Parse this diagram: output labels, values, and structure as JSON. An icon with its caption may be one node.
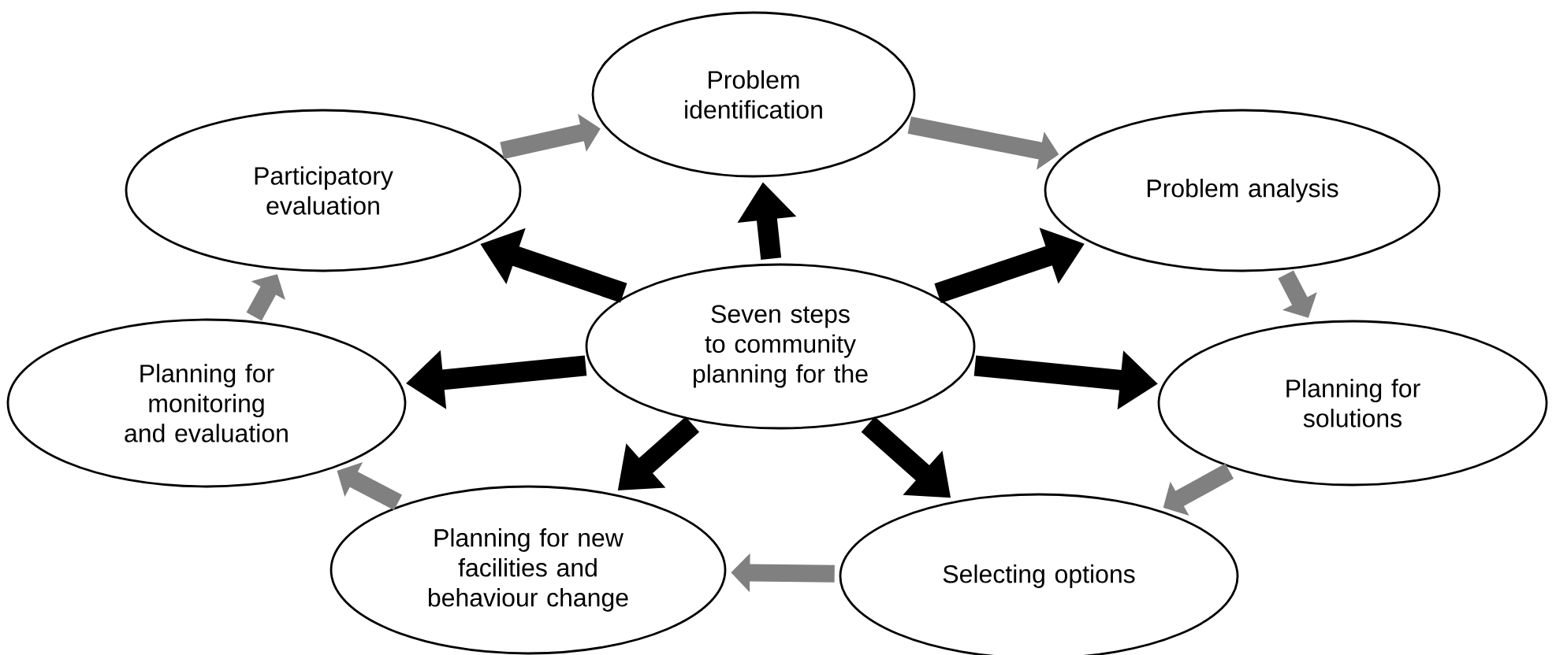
{
  "diagram": {
    "nodes": [
      {
        "text": [
          "Problem identification"
        ]
      },
      {
        "text": [
          "Problem analysis"
        ]
      },
      {
        "text": [
          "Planning for solutions"
        ]
      },
      {
        "text": [
          "Selecting options"
        ]
      },
      {
        "text": [
          "Planning for new facilities and behaviour change"
        ]
      },
      {
        "text": [
          "Planning for monitoring and evaluation"
        ]
      },
      {
        "text": [
          "Participatory evaluation"
        ]
      },
      {
        "text": [
          "Seven steps to community planning for the"
        ]
      }
    ],
    "edges": [
      {
        "from": 7,
        "to": 0,
        "arrow": "to"
      },
      {
        "from": 7,
        "to": 1,
        "arrow": "to"
      },
      {
        "from": 7,
        "to": 2,
        "arrow": "to"
      },
      {
        "from": 7,
        "to": 3,
        "arrow": "to"
      },
      {
        "from": 7,
        "to": 4,
        "arrow": "to"
      },
      {
        "from": 7,
        "to": 5,
        "arrow": "to"
      },
      {
        "from": 7,
        "to": 6,
        "arrow": "to"
      },
      {
        "from": 6,
        "to": 0,
        "arrow": "to",
        "color": "#808080"
      },
      {
        "from": 0,
        "to": 1,
        "arrow": "to",
        "color": "#808080"
      },
      {
        "from": 1,
        "to": 2,
        "arrow": "to",
        "color": "#808080"
      },
      {
        "from": 2,
        "to": 3,
        "arrow": "to",
        "color": "#808080"
      },
      {
        "from": 3,
        "to": 4,
        "arrow": "to",
        "color": "#808080"
      },
      {
        "from": 4,
        "to": 5,
        "arrow": "to",
        "color": "#808080"
      },
      {
        "from": 5,
        "to": 6,
        "arrow": "to",
        "color": "#808080"
      }
    ]
  }
}
